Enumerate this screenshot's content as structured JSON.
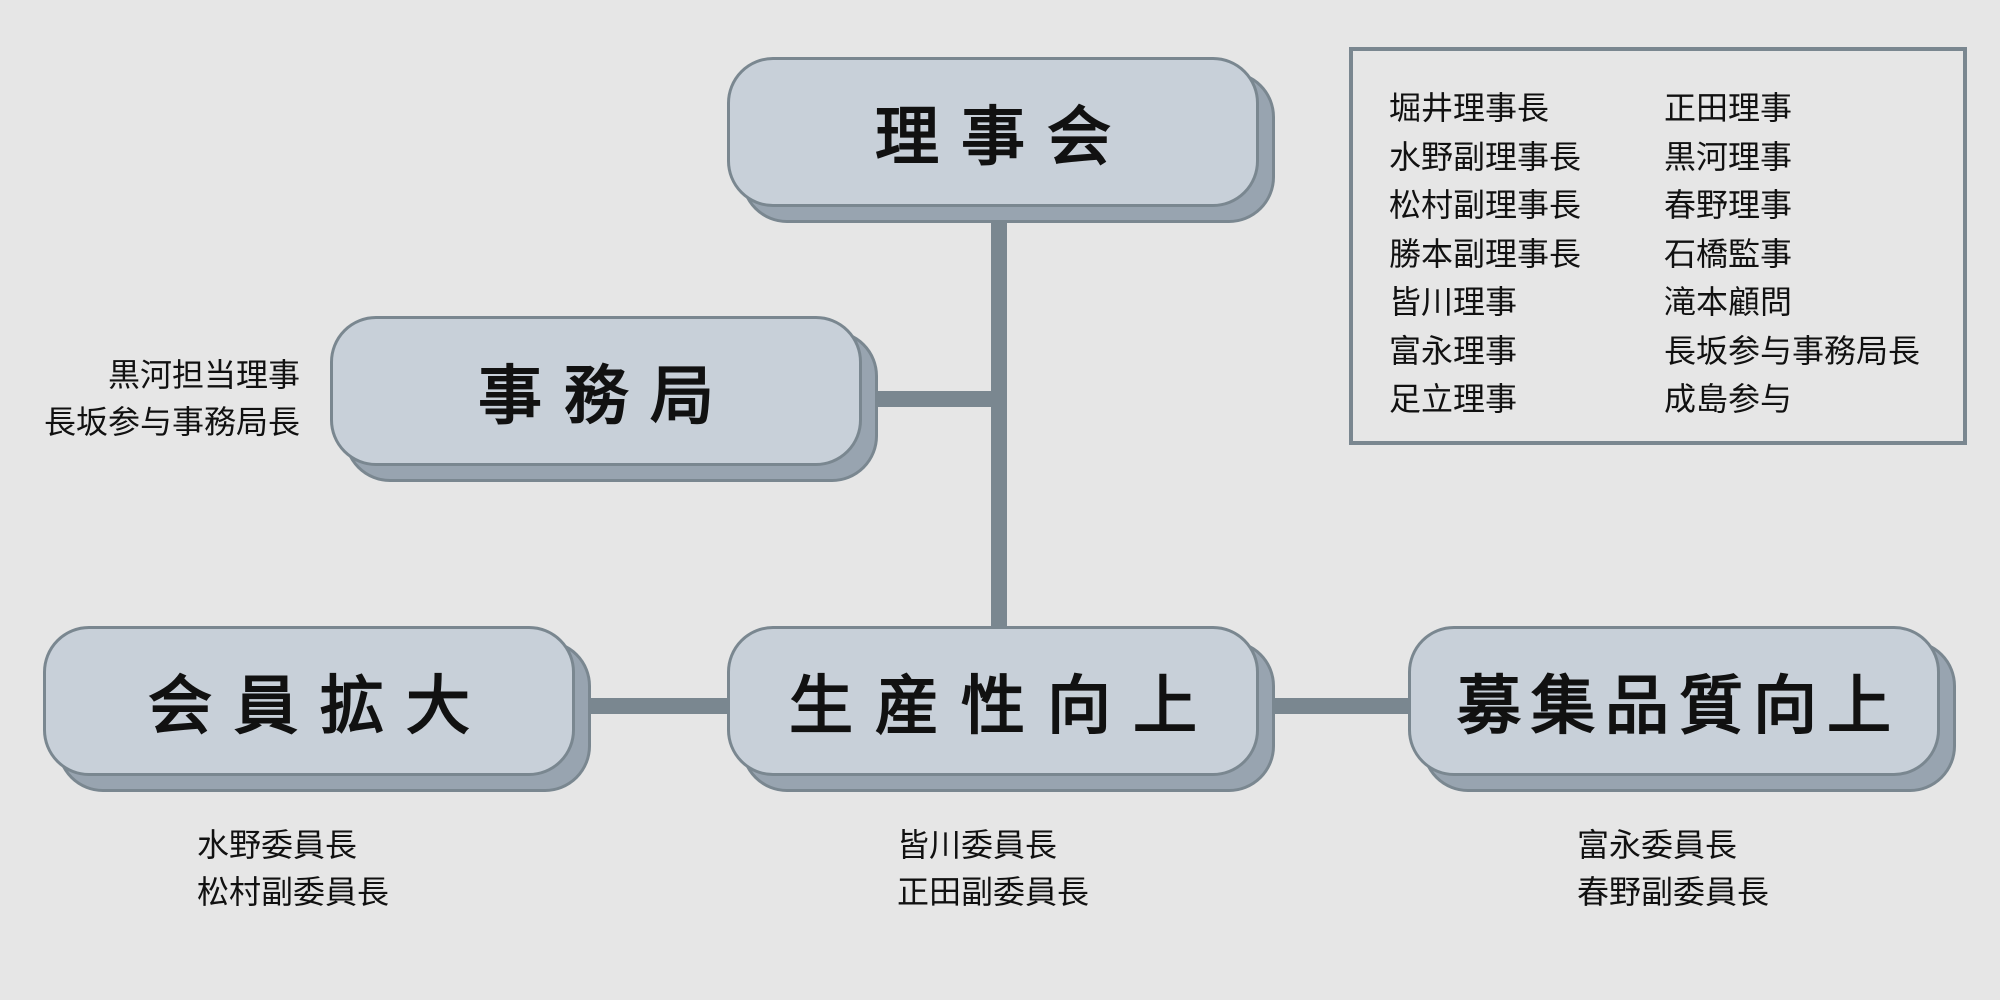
{
  "board": {
    "label": "理事会",
    "roster_left": [
      "堀井理事長",
      "水野副理事長",
      "松村副理事長",
      "勝本副理事長",
      "皆川理事",
      "富永理事",
      "足立理事"
    ],
    "roster_right": [
      "正田理事",
      "黒河理事",
      "春野理事",
      "石橋監事",
      "滝本顧問",
      "長坂参与事務局長",
      "成島参与"
    ]
  },
  "secretariat": {
    "label": "事務局",
    "members": [
      "黒河担当理事",
      "長坂参与事務局長"
    ]
  },
  "committees": [
    {
      "label": "会員拡大",
      "members": [
        "水野委員長",
        "松村副委員長"
      ]
    },
    {
      "label": "生産性向上",
      "members": [
        "皆川委員長",
        "正田副委員長"
      ]
    },
    {
      "label": "募集品質向上",
      "members": [
        "富永委員長",
        "春野副委員長"
      ]
    }
  ],
  "colors": {
    "background": "#e6e6e6",
    "node_fill": "#c8d0d9",
    "node_shadow": "#98a4b0",
    "line": "#7a8790"
  }
}
